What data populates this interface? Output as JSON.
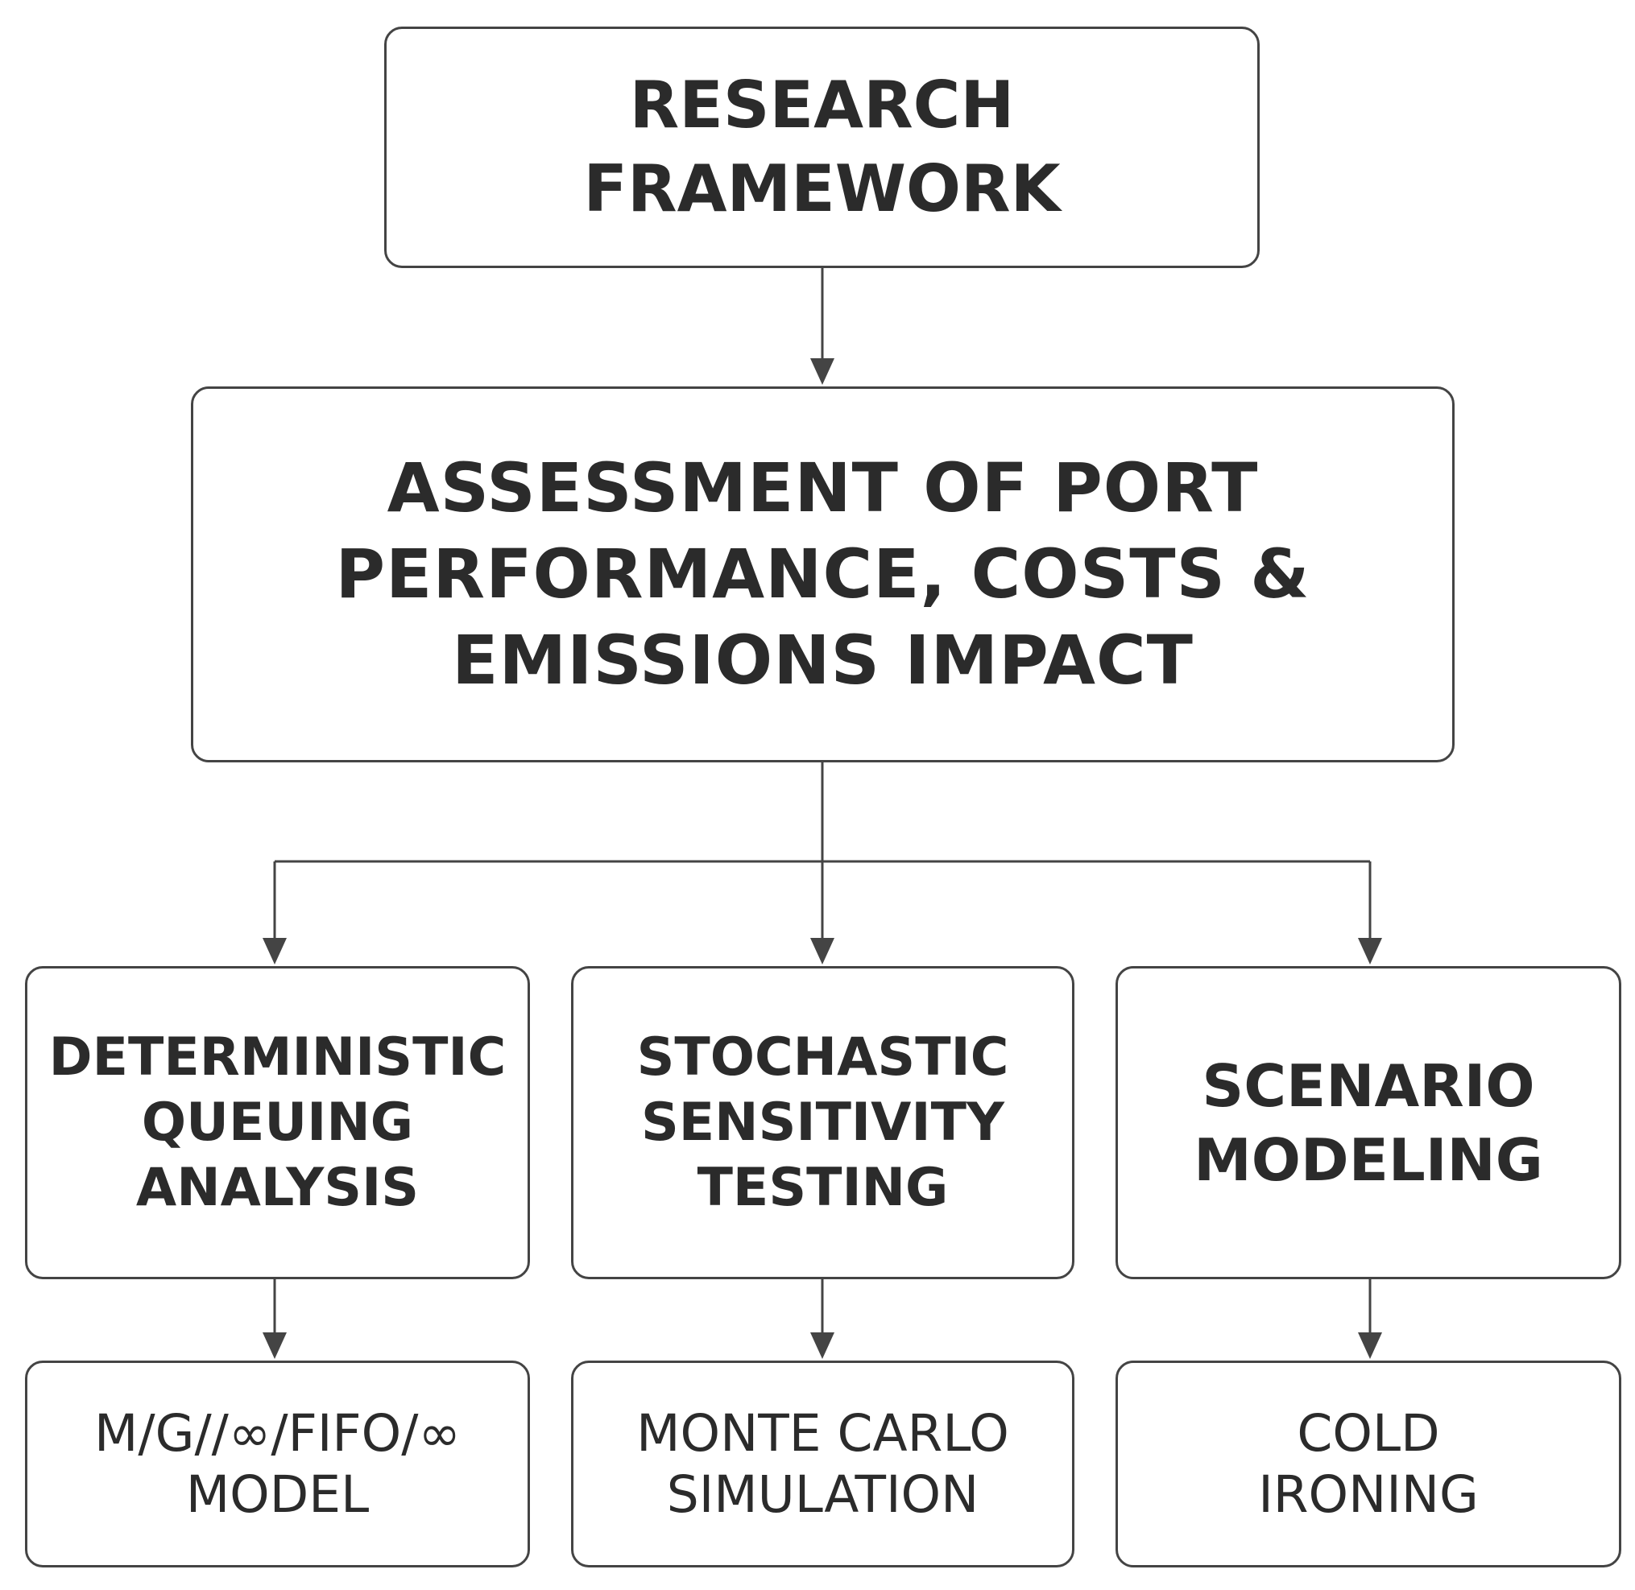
{
  "diagram": {
    "root": {
      "lines": [
        "RESEARCH",
        "FRAMEWORK"
      ]
    },
    "assessment": {
      "lines": [
        "ASSESSMENT OF PORT",
        "PERFORMANCE, COSTS  &",
        "EMISSIONS IMPACT"
      ]
    },
    "methods": [
      {
        "lines": [
          "DETERMINISTIC",
          "QUEUING",
          "ANALYSIS"
        ]
      },
      {
        "lines": [
          "STOCHASTIC",
          "SENSITIVITY",
          "TESTING"
        ]
      },
      {
        "lines": [
          "SCENARIO",
          "MODELING"
        ]
      }
    ],
    "outputs": [
      {
        "lines": [
          "M/G//∞/FIFO/∞",
          "MODEL"
        ]
      },
      {
        "lines": [
          "MONTE CARLO",
          "SIMULATION"
        ]
      },
      {
        "lines": [
          "COLD",
          "IRONING"
        ]
      }
    ],
    "colors": {
      "stroke": "#444444",
      "text": "#2b2b2b",
      "background": "#ffffff"
    }
  }
}
